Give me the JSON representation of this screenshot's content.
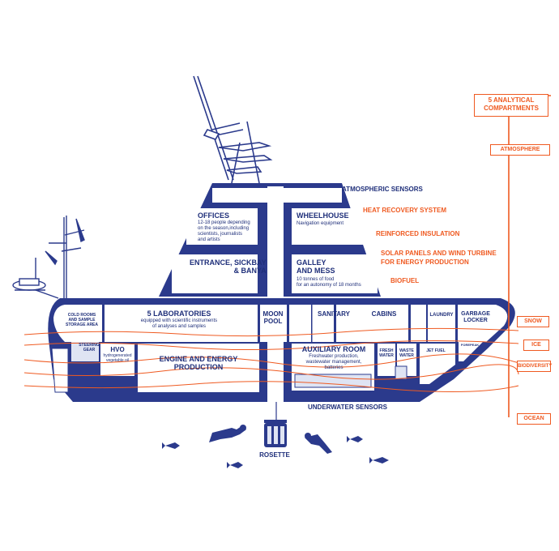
{
  "colors": {
    "navy": "#2b3a8c",
    "hull_fill": "#dfe4f3",
    "orange": "#ef5a21",
    "white": "#ffffff"
  },
  "compartments_header": "5 ANALYTICAL\nCOMPARTMENTS",
  "compartments": [
    "ATMOSPHERE",
    "SNOW",
    "ICE",
    "BIODIVERSITY",
    "OCEAN"
  ],
  "callouts_navy": {
    "atmospheric_sensors": "ATMOSPHERIC SENSORS",
    "underwater_sensors": "UNDERWATER SENSORS"
  },
  "callouts_orange": {
    "heat_recovery": "HEAT RECOVERY SYSTEM",
    "insulation": "REINFORCED INSULATION",
    "solar": "SOLAR PANELS AND WIND TURBINE\nFOR ENERGY PRODUCTION",
    "biofuel": "BIOFUEL"
  },
  "rooms": {
    "offices": {
      "title": "OFFICES",
      "desc": "12-18 people depending\non the season,including\nscientists, journalists\nand artists"
    },
    "wheelhouse": {
      "title": "WHEELHOUSE",
      "desc": "Navigation equipment"
    },
    "entrance": {
      "title": "ENTRANCE, SICKBAY\n& BANYA"
    },
    "galley": {
      "title": "GALLEY\nAND MESS",
      "desc": "10 tonnes of food\nfor an autonomy of 18 months"
    },
    "cold_rooms": {
      "title": "COLD ROOMS\nAND SAMPLE\nSTORAGE AREA"
    },
    "laboratories": {
      "title": "5 LABORATORIES",
      "desc": "equipped with scientific instruments\nof analyses and samples"
    },
    "moon_pool": {
      "title": "MOON\nPOOL"
    },
    "sanitary": {
      "title": "SANITARY"
    },
    "cabins": {
      "title": "CABINS"
    },
    "laundry": {
      "title": "LAUNDRY"
    },
    "garbage": {
      "title": "GARBAGE\nLOCKER"
    },
    "steering": {
      "title": "STEERING\nGEAR"
    },
    "hvo": {
      "title": "HVO",
      "desc": "hydrogenerated\nvegetable oil"
    },
    "engine": {
      "title": "ENGINE AND ENERGY\nPRODUCTION"
    },
    "auxiliary": {
      "title": "AUXILIARY ROOM",
      "desc": "Freshwater production,\nwastewater management,\nbatteries"
    },
    "fresh_water": {
      "title": "FRESH\nWATER"
    },
    "waste_water": {
      "title": "WASTE\nWATER"
    },
    "jet_fuel": {
      "title": "JET FUEL"
    },
    "forepeak": {
      "title": "FOREPEAK"
    }
  },
  "rosette": "ROSETTE"
}
